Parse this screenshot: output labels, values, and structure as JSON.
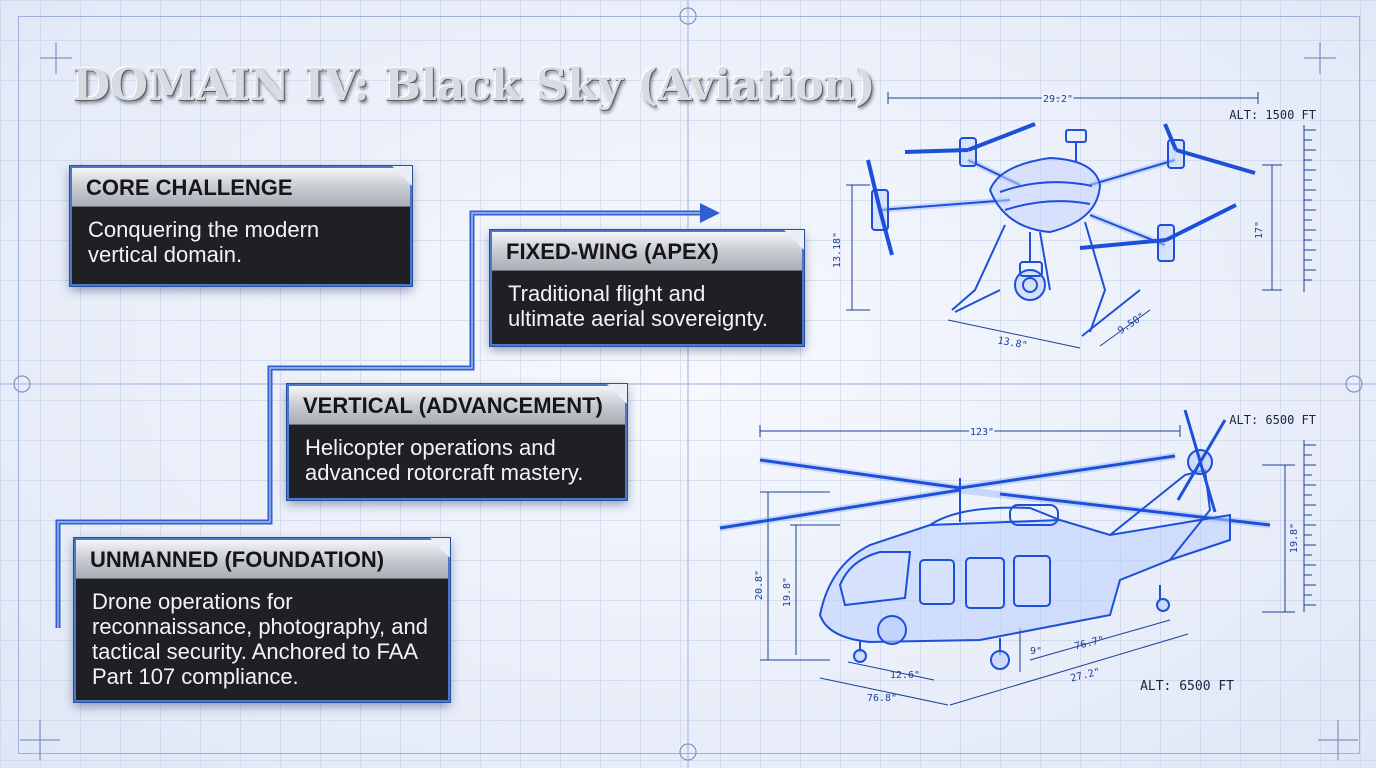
{
  "title": "DOMAIN IV: Black Sky (Aviation)",
  "cards": {
    "core": {
      "heading": "CORE CHALLENGE",
      "text": "Conquering the modern vertical domain."
    },
    "fixed_wing": {
      "heading": "FIXED-WING (APEX)",
      "text": "Traditional flight and ultimate aerial sovereignty."
    },
    "vertical": {
      "heading": "VERTICAL (ADVANCEMENT)",
      "text": "Helicopter operations and advanced rotorcraft mastery."
    },
    "unmanned": {
      "heading": "UNMANNED (FOUNDATION)",
      "text": "Drone operations for reconnaissance, photography, and tactical security. Anchored to FAA Part 107 compliance."
    }
  },
  "drone": {
    "altitude": "ALT: 1500 FT",
    "dim_width": "29.2\"",
    "dim_height_left": "13.18\"",
    "dim_height_right": "17\"",
    "dim_base": "13.8\"",
    "dim_leg": "9.50\""
  },
  "helicopter": {
    "altitude_top": "ALT: 6500 FT",
    "altitude_bottom": "ALT: 6500 FT",
    "dim_rotor": "123\"",
    "dim_height_outer": "20.8\"",
    "dim_height_inner": "19.8\"",
    "dim_tail_height": "19.8\"",
    "dim_gear": "9\"",
    "dim_nose": "12.6\"",
    "dim_cabin": "76.7\"",
    "dim_body": "27.2\"",
    "dim_overall": "76.8\""
  },
  "colors": {
    "accent": "#2f5fd0",
    "card_bg": "#1f2024",
    "blueprint_line": "#1d4fd8"
  }
}
